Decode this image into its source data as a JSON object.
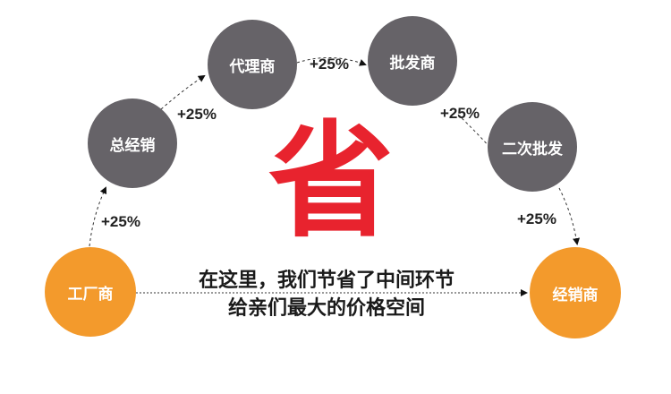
{
  "nodes": {
    "factory": "工厂商",
    "general_distributor": "总经销",
    "agent": "代理商",
    "wholesaler": "批发商",
    "secondary_wholesale": "二次批发",
    "dealer": "经销商"
  },
  "markups": [
    "+25%",
    "+25%",
    "+25%",
    "+25%",
    "+25%"
  ],
  "center_char": "省",
  "message": {
    "line1": "在这里，我们节省了中间环节",
    "line2": "给亲们最大的价格空间"
  },
  "colors": {
    "gray": "#666368",
    "orange": "#f39a2c",
    "red": "#e8232e"
  }
}
